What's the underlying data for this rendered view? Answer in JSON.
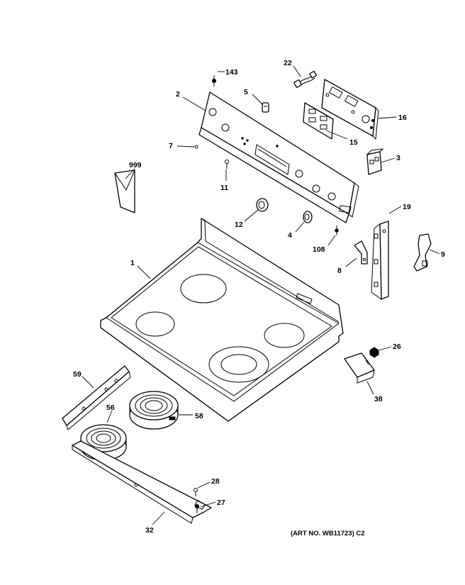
{
  "callouts": {
    "c143": "143",
    "c22": "22",
    "c2": "2",
    "c5": "5",
    "c16": "16",
    "c15": "15",
    "c7": "7",
    "c3": "3",
    "c999": "999",
    "c11": "11",
    "c19": "19",
    "c12": "12",
    "c4": "4",
    "c108": "108",
    "c9": "9",
    "c8": "8",
    "c1": "1",
    "c26": "26",
    "c38": "38",
    "c59": "59",
    "c56": "56",
    "c58": "58",
    "c28": "28",
    "c27": "27",
    "c32": "32"
  },
  "art_number": "(ART NO. WB11723) C2"
}
